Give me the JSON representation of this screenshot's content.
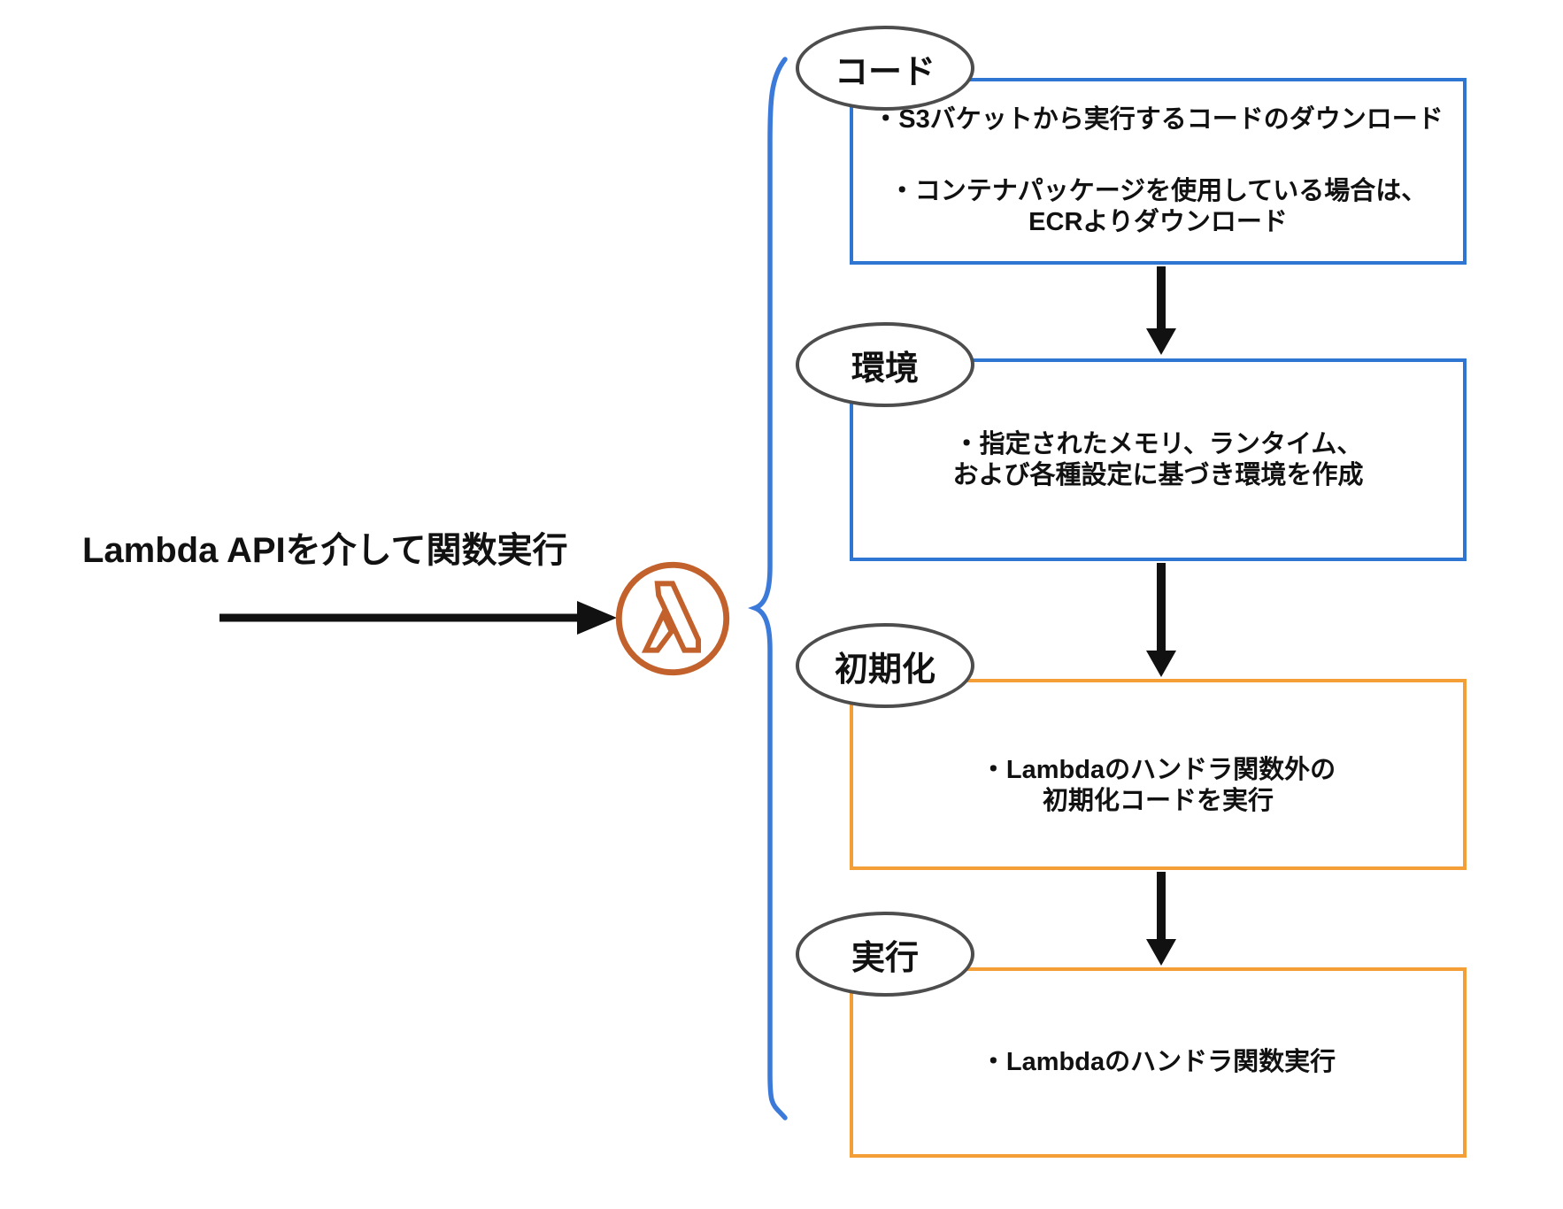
{
  "headline": {
    "text": "Lambda APIを介して関数実行"
  },
  "lambda_icon": {
    "name": "aws-lambda",
    "color": "#C2612C"
  },
  "colors": {
    "box_blue_border": "#2F76D2",
    "box_orange_border": "#F49E38",
    "brace_blue": "#3B7AD9",
    "oval_border": "#4D4D4D",
    "arrow_black": "#111111"
  },
  "stages": [
    {
      "label": "コード",
      "lines": {
        "l1": "・S3バケットから実行するコードのダウンロード",
        "l2": "・コンテナパッケージを使用している場合は、",
        "l3": "ECRよりダウンロード"
      }
    },
    {
      "label": "環境",
      "lines": {
        "l1": "・指定されたメモリ、ランタイム、",
        "l2": "および各種設定に基づき環境を作成"
      }
    },
    {
      "label": "初期化",
      "lines": {
        "l1": "・Lambdaのハンドラ関数外の",
        "l2": "初期化コードを実行"
      }
    },
    {
      "label": "実行",
      "lines": {
        "l1": "・Lambdaのハンドラ関数実行"
      }
    }
  ]
}
